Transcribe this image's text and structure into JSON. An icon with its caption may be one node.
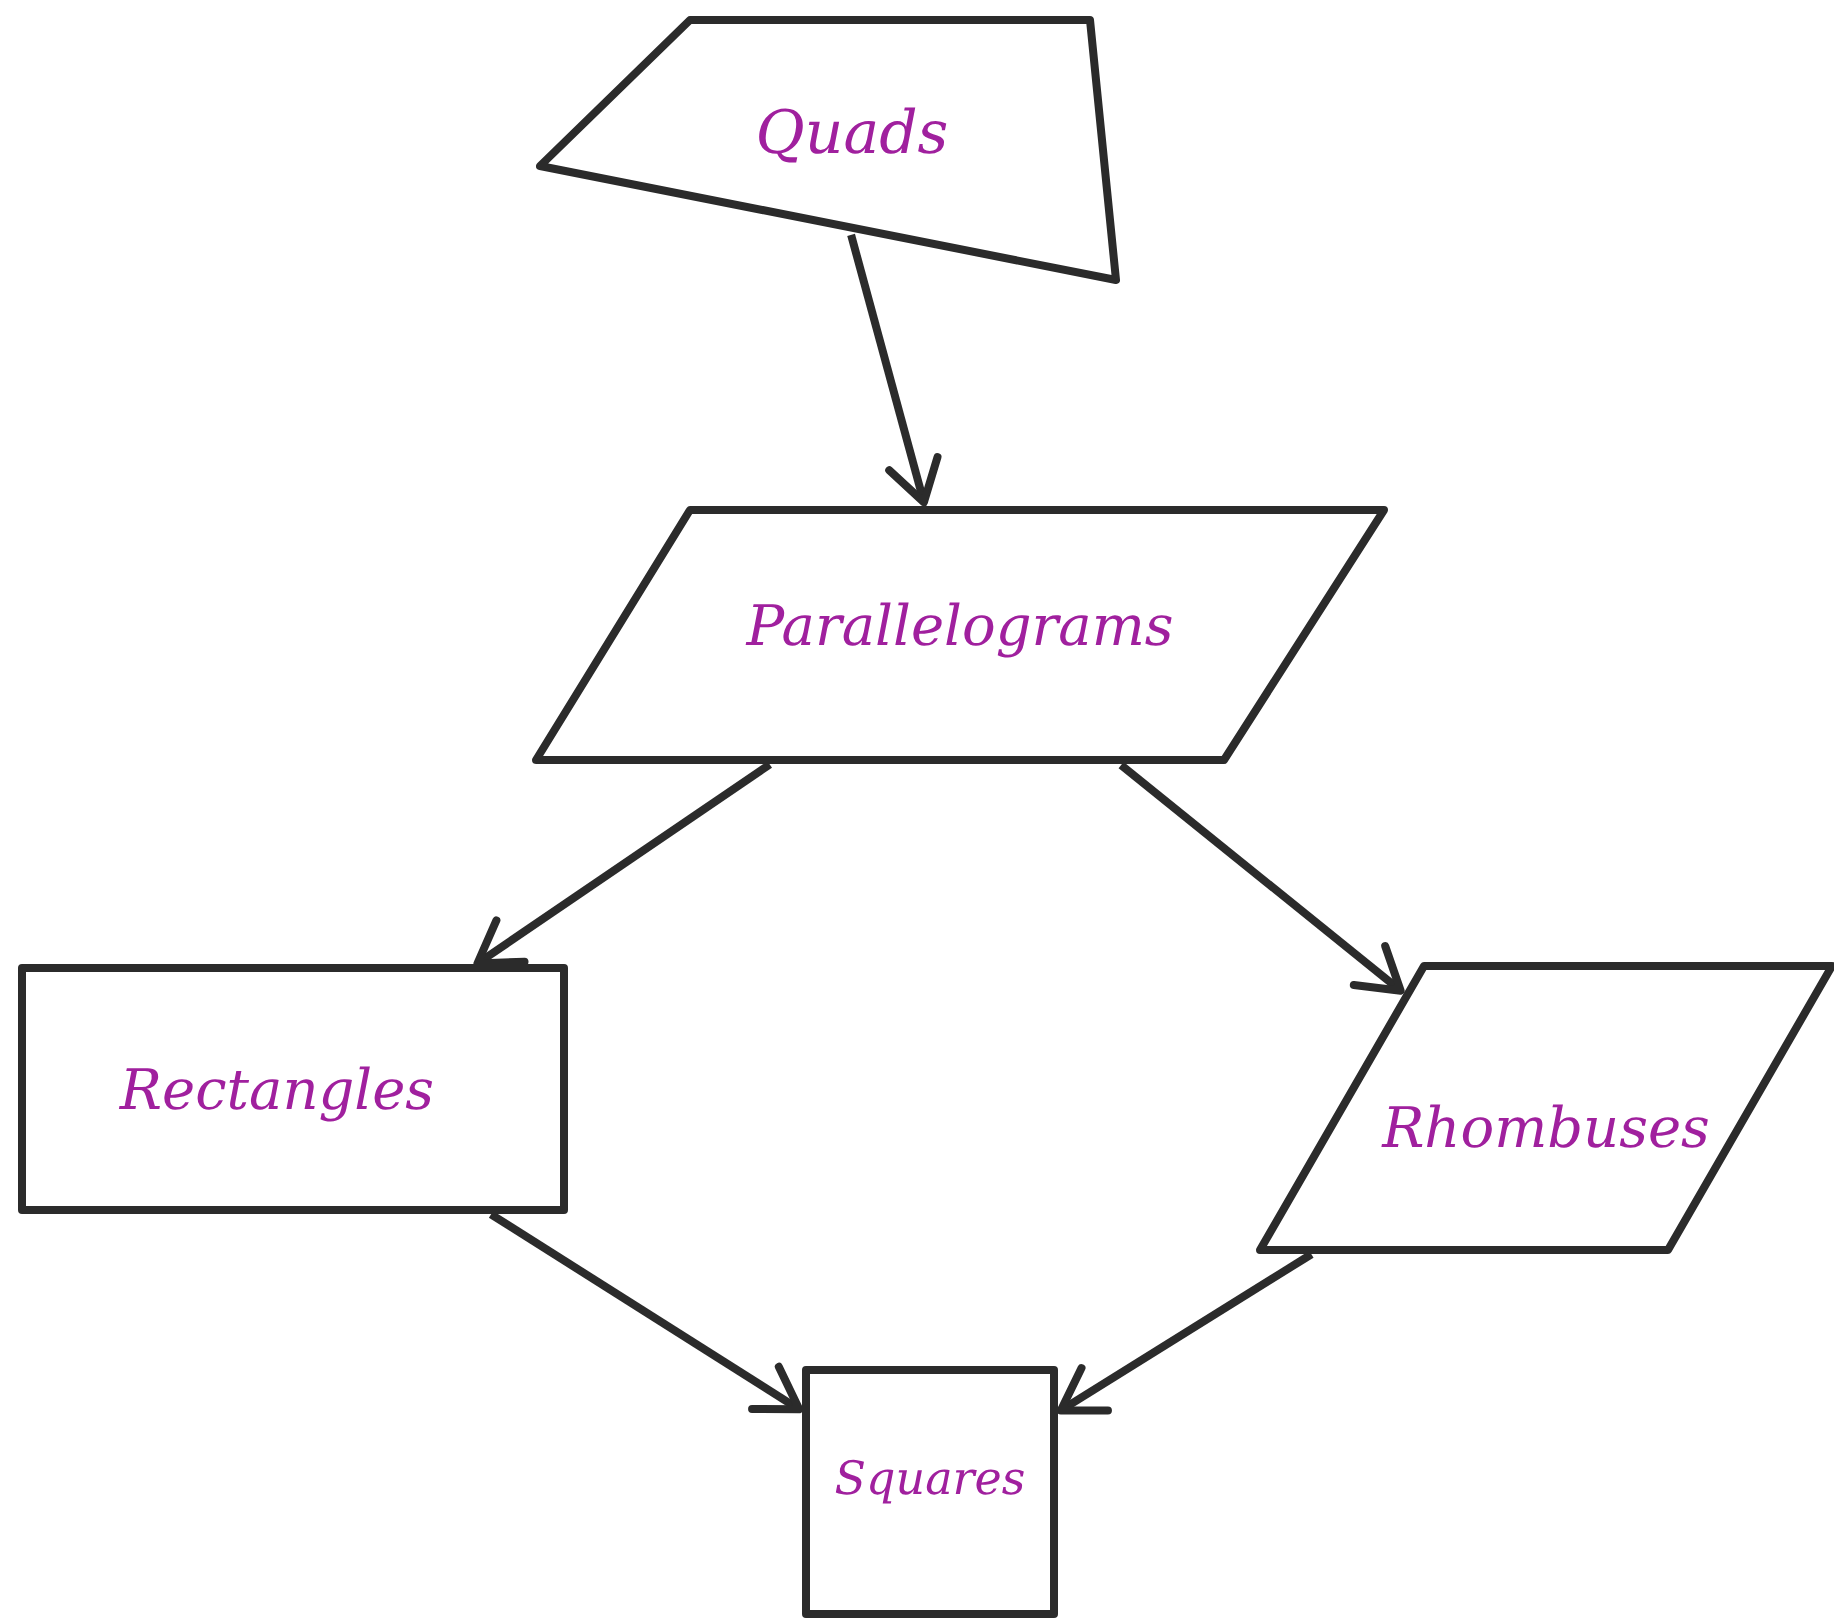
{
  "diagram": {
    "nodes": [
      {
        "text": [
          "Quads"
        ]
      },
      {
        "text": [
          "Parallelograms"
        ]
      },
      {
        "text": [
          "Rectangles"
        ]
      },
      {
        "text": [
          "Rhombuses"
        ]
      },
      {
        "text": [
          "Squares"
        ]
      }
    ],
    "edges": [
      {
        "from": 0,
        "to": 1,
        "arrow": "to"
      },
      {
        "from": 1,
        "to": 2,
        "arrow": "to"
      },
      {
        "from": 1,
        "to": 3,
        "arrow": "to"
      },
      {
        "from": 2,
        "to": 4,
        "arrow": "to"
      },
      {
        "from": 3,
        "to": 4,
        "arrow": "to"
      }
    ]
  }
}
